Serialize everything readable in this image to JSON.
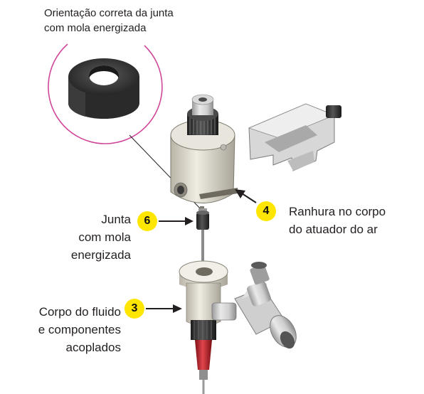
{
  "caption": {
    "line1": "Orientação correta da junta",
    "line2": "com mola energizada"
  },
  "callouts": {
    "six": {
      "number": "6",
      "line1": "Junta",
      "line2": "com mola",
      "line3": "energizada"
    },
    "four": {
      "number": "4",
      "line1": "Ranhura no corpo",
      "line2": "do atuador do ar"
    },
    "three": {
      "number": "3",
      "line1": "Corpo do fluido",
      "line2": "e componentes",
      "line3": "acoplados"
    }
  },
  "colors": {
    "badge": "#ffe600",
    "highlight_ring": "#d0479a",
    "arrow": "#231f20",
    "nozzle_red": "#c41e2a"
  },
  "icons": [
    "seal-ring-icon",
    "arrow-right-icon",
    "arrow-left-icon"
  ]
}
